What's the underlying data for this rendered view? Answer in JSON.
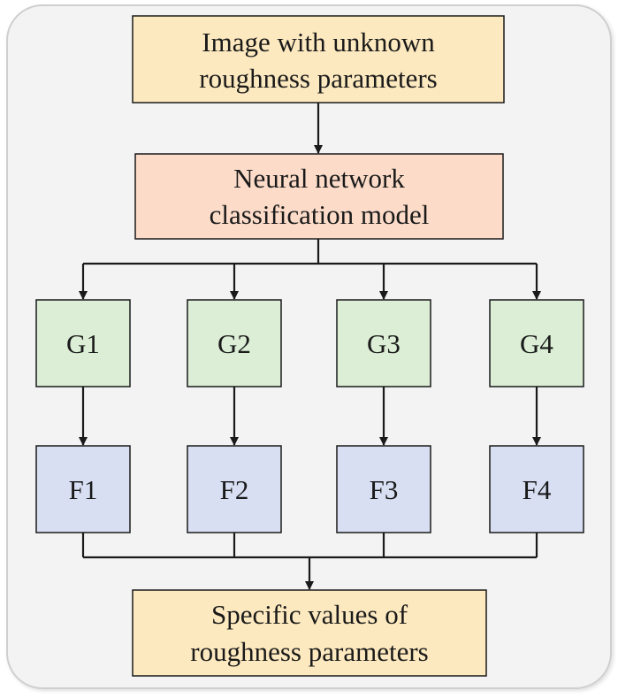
{
  "colors": {
    "panel_bg": "#f3f3f3",
    "panel_border": "#cfcfcf",
    "input_fill": "#fde9bf",
    "model_fill": "#fcdcc9",
    "g_fill": "#dcefd6",
    "f_fill": "#d8dff3",
    "output_fill": "#fde9bf",
    "stroke": "#1a1a1a"
  },
  "input_box": {
    "line1": "Image with unknown",
    "line2": "roughness parameters"
  },
  "model_box": {
    "line1": "Neural network",
    "line2": "classification model"
  },
  "groups": [
    {
      "g": "G1",
      "f": "F1"
    },
    {
      "g": "G2",
      "f": "F2"
    },
    {
      "g": "G3",
      "f": "F3"
    },
    {
      "g": "G4",
      "f": "F4"
    }
  ],
  "output_box": {
    "line1": "Specific values of",
    "line2": "roughness parameters"
  }
}
